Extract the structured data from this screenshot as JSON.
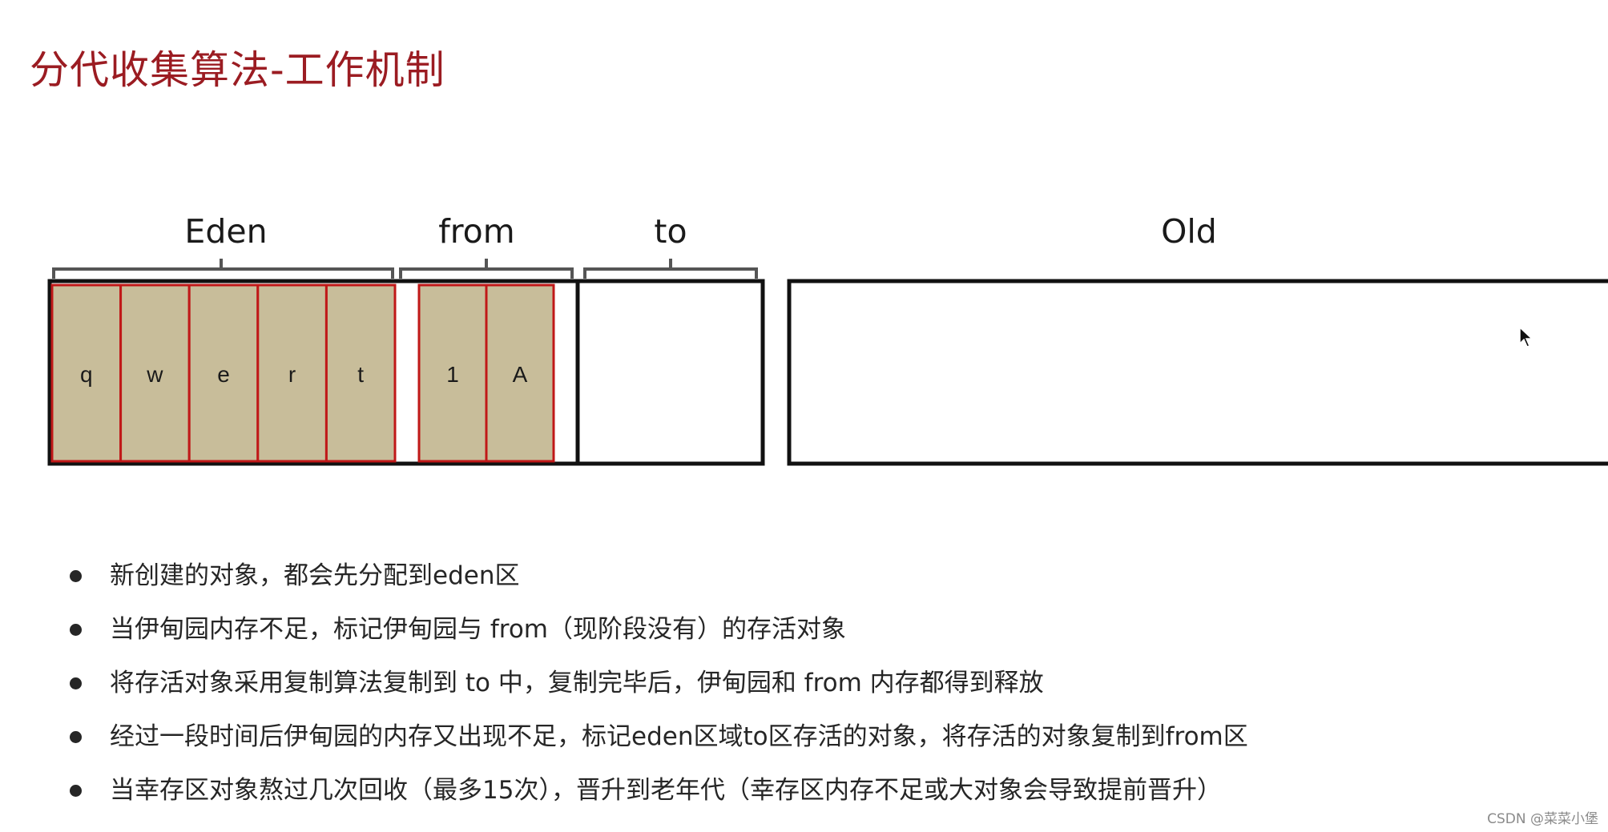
{
  "title": "分代收集算法-工作机制",
  "regions": {
    "eden": "Eden",
    "from": "from",
    "to": "to",
    "old": "Old"
  },
  "eden_objects": [
    "q",
    "w",
    "e",
    "r",
    "t"
  ],
  "from_objects": [
    "1",
    "A"
  ],
  "bullets": [
    "新创建的对象，都会先分配到eden区",
    "当伊甸园内存不足，标记伊甸园与 from（现阶段没有）的存活对象",
    "将存活对象采用复制算法复制到 to 中，复制完毕后，伊甸园和 from 内存都得到释放",
    "经过一段时间后伊甸园的内存又出现不足，标记eden区域to区存活的对象，将存活的对象复制到from区",
    "当幸存区对象熬过几次回收（最多15次），晋升到老年代（幸存区内存不足或大对象会导致提前晋升）"
  ],
  "watermark": "CSDN @菜菜小堡",
  "colors": {
    "title": "#9b1c22",
    "object_fill": "#c8bd9a",
    "object_border": "#c01818"
  },
  "icons": {
    "cursor": "mouse-pointer-icon"
  }
}
